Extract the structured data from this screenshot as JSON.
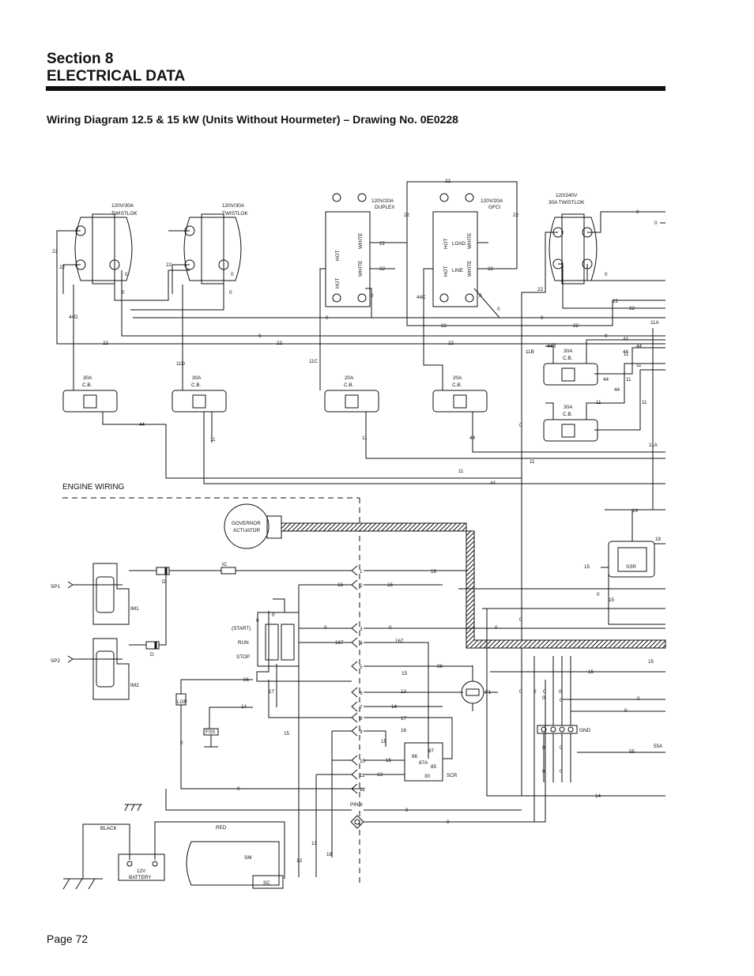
{
  "header": {
    "section": "Section 8",
    "chapter": "ELECTRICAL DATA",
    "diagram_title": "Wiring Diagram 12.5 & 15 kW (Units Without Hourmeter) – Drawing No. 0E0228"
  },
  "footer": {
    "page": "Page 72"
  },
  "labels": {
    "twistlok1": [
      "120V/30A",
      "TWISTLOK"
    ],
    "twistlok2": [
      "120V/30A",
      "TWISTLOK"
    ],
    "duplex": [
      "120V/20A",
      "DUPLEX"
    ],
    "gfci": [
      "120V/20A",
      "GFCI"
    ],
    "twistlok3": [
      "120/240V",
      "30A TWISTLOK"
    ],
    "cb1": [
      "30A",
      "C.B."
    ],
    "cb2": [
      "30A",
      "C.B."
    ],
    "cb3": [
      "20A",
      "C.B."
    ],
    "cb4": [
      "20A",
      "C.B."
    ],
    "cb5": [
      "30A",
      "C.B."
    ],
    "cb6": [
      "30A",
      "C.B."
    ],
    "engine_wiring": "ENGINE WIRING",
    "governor": [
      "GOVERNOR",
      "ACTUATOR"
    ],
    "ic": "IC",
    "sp1": "SP1",
    "sp2": "SP2",
    "im1": "IM1",
    "im2": "IM2",
    "d1": "D",
    "d2": "D",
    "start": "(START)",
    "run": "RUN",
    "stop": "STOP",
    "lop": "LOP",
    "fss": "FSS",
    "f1": "F1",
    "scr": "SCR",
    "ssr": "SSR",
    "gnd": "GND",
    "pin": "PIN #",
    "black": "BLACK",
    "red": "RED",
    "battery": [
      "12V",
      "BATTERY"
    ],
    "sm": "SM",
    "sc": "SC",
    "hot": "HOT",
    "white": "WHITE",
    "load": "LOAD",
    "line": "LINE",
    "relay": [
      "86",
      "87A",
      "85",
      "87",
      "30"
    ]
  },
  "pins": [
    "1",
    "2",
    "3",
    "4",
    "5",
    "6",
    "7",
    "8",
    "9",
    "10",
    "11",
    "12"
  ],
  "wires": {
    "w0": "0",
    "w11": "11",
    "w11a": "11A",
    "w11b": "11B",
    "w11c": "11C",
    "w11d": "11D",
    "w13": "13",
    "w14": "14",
    "w15": "15",
    "w16": "16",
    "w17": "17",
    "w18": "18",
    "w22": "22",
    "w44": "44",
    "w44b": "44B",
    "w44c": "44C",
    "w44d": "44D",
    "w55": "55",
    "w55a": "55A",
    "w86": "86",
    "w167": "167"
  }
}
